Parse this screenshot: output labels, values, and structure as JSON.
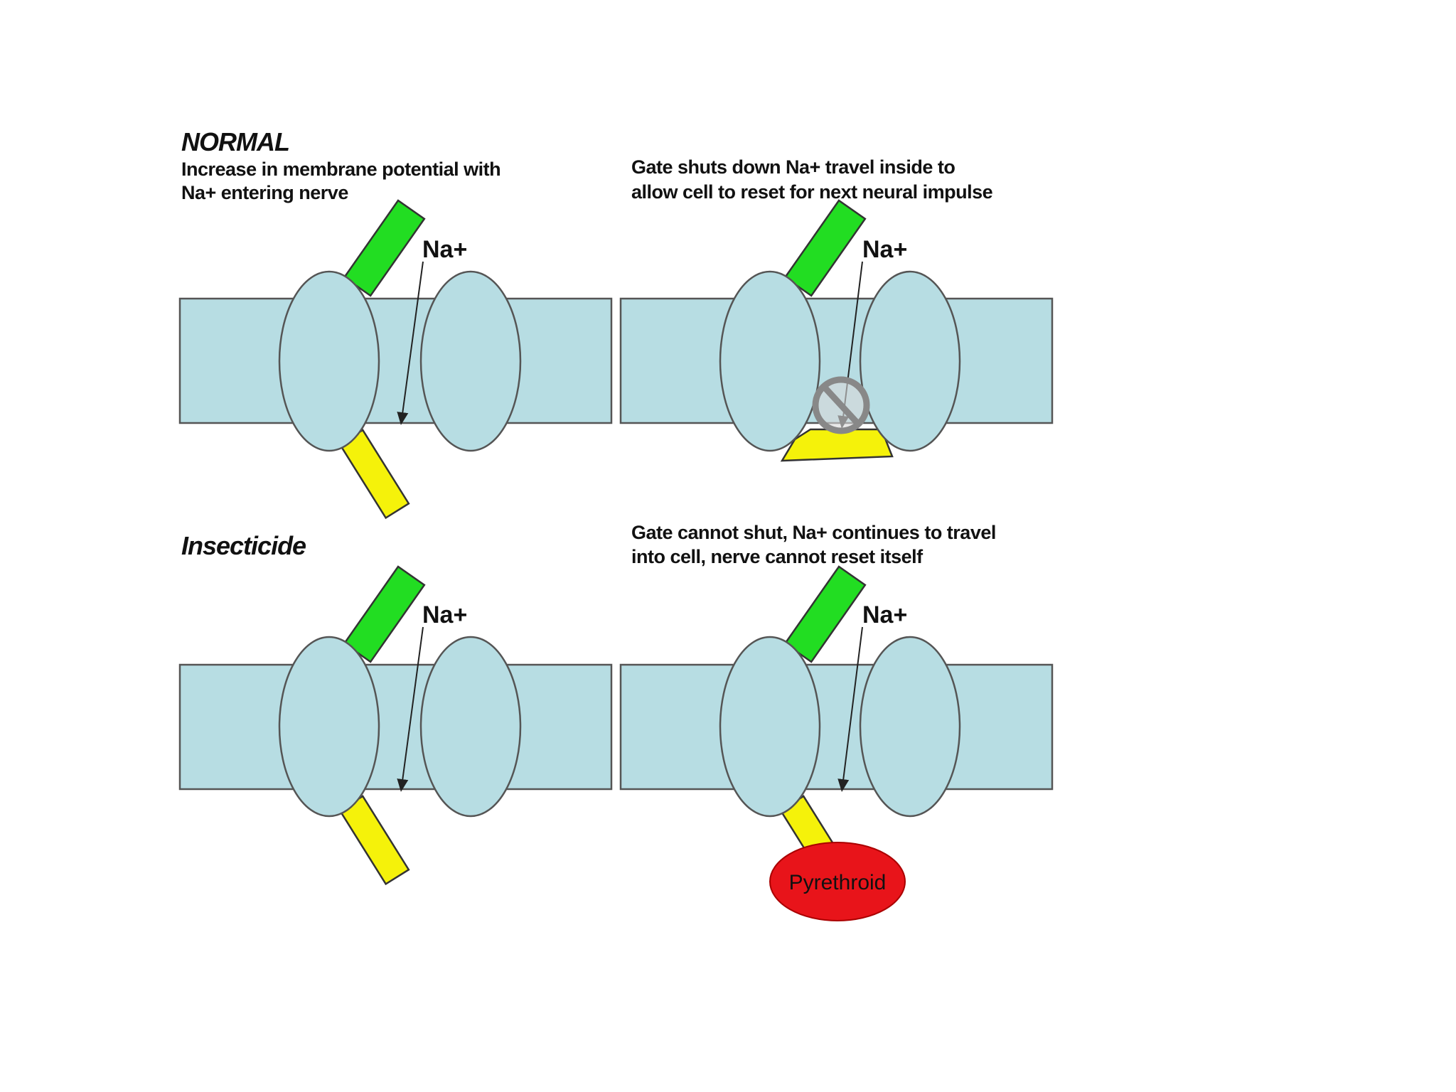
{
  "panels": {
    "normal_open": {
      "heading": "NORMAL",
      "caption_line1": "Increase in membrane potential with",
      "caption_line2": "Na+ entering nerve",
      "ion_label": "Na+"
    },
    "normal_closed": {
      "caption_line1": "Gate shuts down Na+ travel inside to",
      "caption_line2": "allow cell to reset for next neural impulse",
      "ion_label": "Na+"
    },
    "insecticide_open": {
      "heading": "Insecticide",
      "ion_label": "Na+"
    },
    "insecticide_blocked": {
      "caption_line1": "Gate cannot shut, Na+ continues to travel",
      "caption_line2": "into cell, nerve cannot reset itself",
      "ion_label": "Na+",
      "blocker_label": "Pyrethroid"
    }
  },
  "colors": {
    "membrane": "#b7dde3",
    "activation_gate": "#22dd22",
    "inactivation_gate": "#f5f20a",
    "pyrethroid": "#e8141a",
    "block_symbol": "#888888"
  },
  "icons": {
    "blocked_flow": "no-entry-icon"
  }
}
